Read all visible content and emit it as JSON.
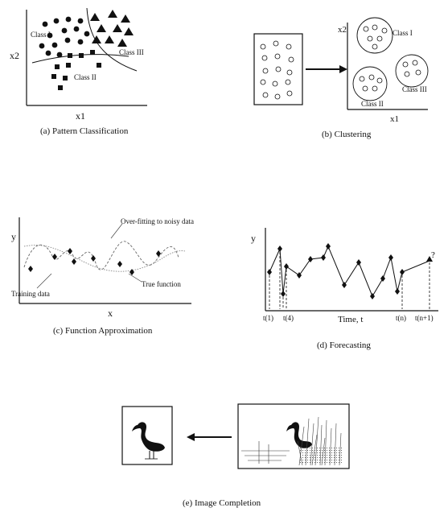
{
  "panel_a": {
    "x_label": "x1",
    "y_label": "x2",
    "class1": "Class I",
    "class2": "Class II",
    "class3": "Class III",
    "caption": "(a) Pattern Classification"
  },
  "panel_b": {
    "x_label": "x1",
    "y_label": "x2",
    "class1": "Class I",
    "class2": "Class II",
    "class3": "Class III",
    "caption": "(b) Clustering"
  },
  "panel_c": {
    "x_label": "x",
    "y_label": "y",
    "overfit_label": "Over-fitting to noisy data",
    "true_label": "True function",
    "training_label": "Training data",
    "caption": "(c) Function Approximation"
  },
  "panel_d": {
    "y_label": "y",
    "x_label": "Time, t",
    "tick_t1": "t(1)",
    "tick_t4": "t(4)",
    "tick_tn": "t(n)",
    "tick_tn1": "t(n+1)",
    "question": "?",
    "caption": "(d) Forecasting"
  },
  "panel_e": {
    "caption": "(e) Image Completion"
  }
}
